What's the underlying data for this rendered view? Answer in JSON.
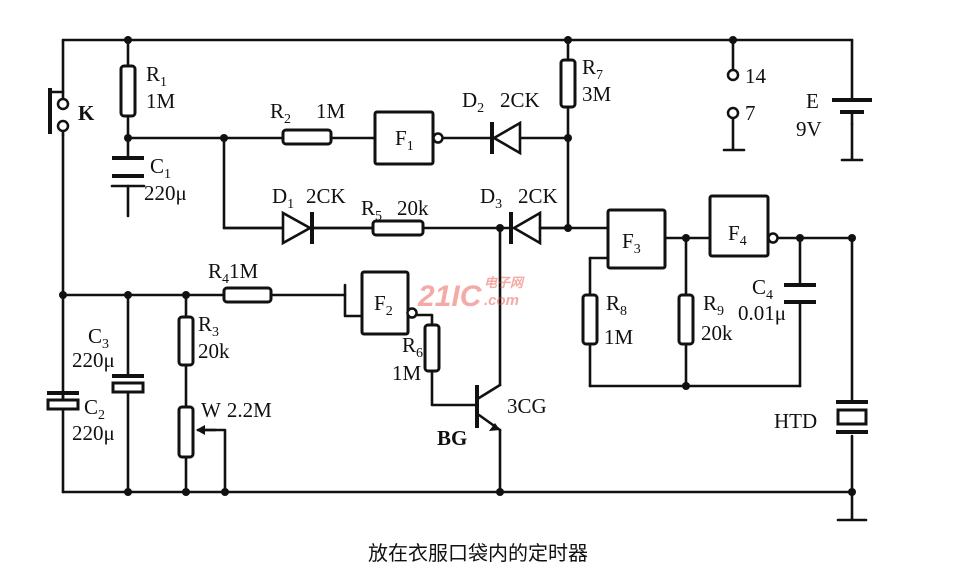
{
  "caption": "放在衣服口袋内的定时器",
  "watermark": {
    "text": "21IC",
    "sub": "电子网",
    "dotcom": ".com"
  },
  "labels": {
    "K": "K",
    "R1": "R",
    "R1_sub": "1",
    "R1_val": "1M",
    "C1": "C",
    "C1_sub": "1",
    "C1_val": "220μ",
    "R2": "R",
    "R2_sub": "2",
    "R2_val": "1M",
    "F1": "F",
    "F1_sub": "1",
    "D2": "D",
    "D2_sub": "2",
    "D2_val": "2CK",
    "R7": "R",
    "R7_sub": "7",
    "R7_val": "3M",
    "P14": "14",
    "P7": "7",
    "E": "E",
    "E_val": "9V",
    "D1": "D",
    "D1_sub": "1",
    "D1_val": "2CK",
    "R5": "R",
    "R5_sub": "5",
    "R5_val": "20k",
    "D3": "D",
    "D3_sub": "3",
    "D3_val": "2CK",
    "F3": "F",
    "F3_sub": "3",
    "F4": "F",
    "F4_sub": "4",
    "C4": "C",
    "C4_sub": "4",
    "C4_val": "0.01μ",
    "R4": "R",
    "R4_sub": "4",
    "R4_val": "1M",
    "F2": "F",
    "F2_sub": "2",
    "R3": "R",
    "R3_sub": "3",
    "R3_val": "20k",
    "C3": "C",
    "C3_sub": "3",
    "C3_val": "220μ",
    "C2": "C",
    "C2_sub": "2",
    "C2_val": "220μ",
    "W": "W",
    "W_val": "2.2M",
    "R6": "R",
    "R6_sub": "6",
    "R6_val": "1M",
    "BG": "BG",
    "BG_type": "3CG",
    "R8": "R",
    "R8_sub": "8",
    "R8_val": "1M",
    "R9": "R",
    "R9_sub": "9",
    "R9_val": "20k",
    "HTD": "HTD"
  }
}
